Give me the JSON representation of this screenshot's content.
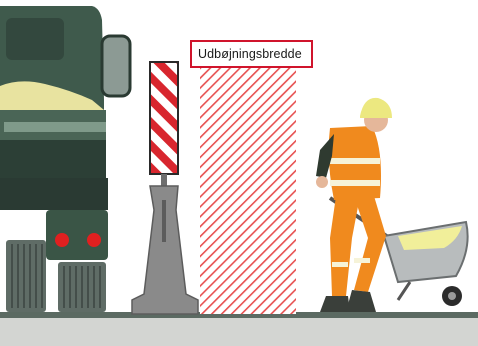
{
  "label": {
    "text": "Udbøjningsbredde"
  },
  "colors": {
    "truck_body": "#3f5a4c",
    "truck_dark": "#2c3f36",
    "sand": "#e8e3a0",
    "hatch_red": "#e03a3a",
    "post_gray": "#8a8a8a",
    "worker_orange": "#f08a1e",
    "reflective": "#f6f3d8",
    "road": "#c9c9c9",
    "accent_red": "#d0142c"
  },
  "icons": [
    "truck",
    "barrier-post",
    "worker-with-wheelbarrow"
  ]
}
